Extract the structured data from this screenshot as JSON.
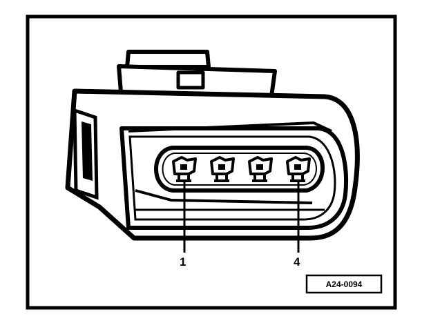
{
  "diagram": {
    "pin_labels": [
      {
        "text": "1"
      },
      {
        "text": "4"
      }
    ],
    "reference_code": "A24-0094",
    "pin_count": 4
  }
}
